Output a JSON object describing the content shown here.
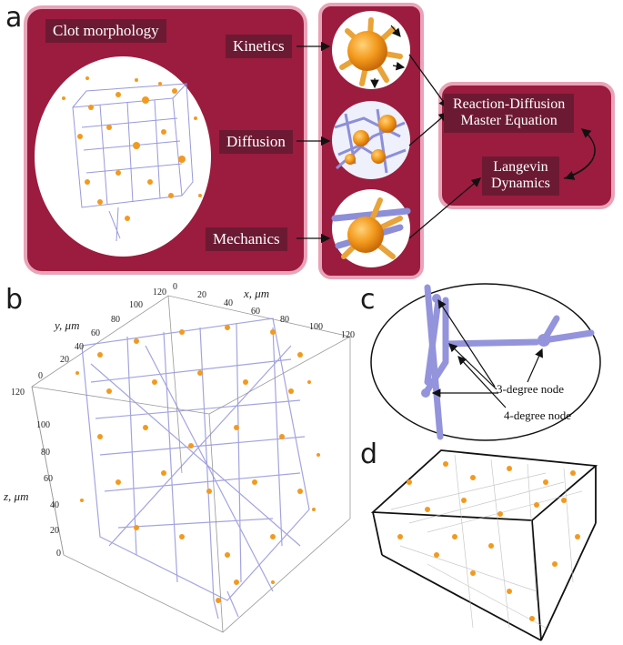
{
  "panels": {
    "a": "a",
    "b": "b",
    "c": "c",
    "d": "d"
  },
  "panel_a": {
    "clot_morphology": "Clot morphology",
    "kinetics": "Kinetics",
    "diffusion": "Diffusion",
    "mechanics": "Mechanics",
    "rdme_line1": "Reaction-Diffusion",
    "rdme_line2": "Master Equation",
    "langevin_line1": "Langevin",
    "langevin_line2": "Dynamics"
  },
  "panel_b": {
    "x_axis_label": "x, μm",
    "y_axis_label": "y, μm",
    "z_axis_label": "z, μm",
    "x_ticks": [
      "0",
      "20",
      "40",
      "60",
      "80",
      "100",
      "120"
    ],
    "y_ticks": [
      "0",
      "20",
      "40",
      "60",
      "80",
      "100",
      "120"
    ],
    "z_ticks": [
      "0",
      "20",
      "40",
      "60",
      "80",
      "100",
      "120"
    ]
  },
  "panel_c": {
    "label_3_degree": "3-degree node",
    "label_4_degree": "4-degree node"
  },
  "colors": {
    "frame_fill": "#9b1c3e",
    "frame_border": "#e9a3b8",
    "label_bg": "#6c1a33",
    "fiber": "#8d8ed8",
    "platelet": "#f29a1d"
  }
}
